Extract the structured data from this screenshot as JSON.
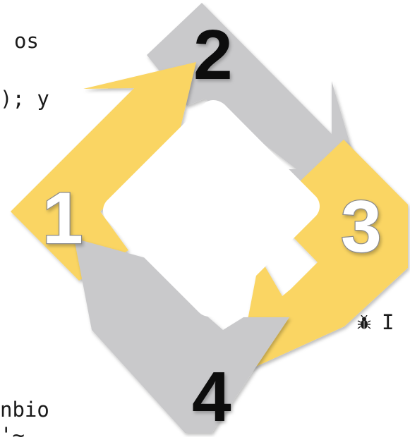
{
  "left_text": {
    "line1": "os",
    "line2": "); y",
    "line3": "nbio",
    "line4": "'~"
  },
  "right_text": {
    "bullet_icon": "bug-icon",
    "line1": "I"
  },
  "cycle": {
    "step1": "1",
    "step2": "2",
    "step3": "3",
    "step4": "4",
    "colors": {
      "yellow": "#fad564",
      "gray": "#c9c9cb",
      "white_number": "#ffffff",
      "black_number": "#111111",
      "number_outline": "#8a8a8a"
    }
  }
}
